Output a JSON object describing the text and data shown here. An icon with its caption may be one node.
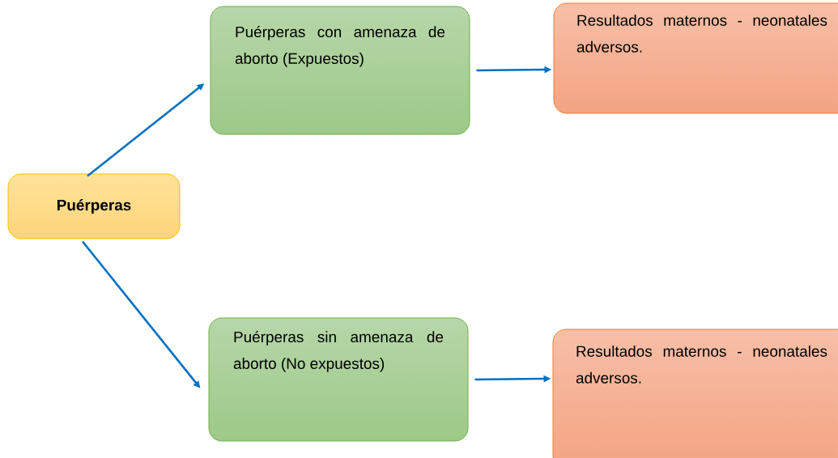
{
  "diagram": {
    "nodes": [
      {
        "text": [
          "Puérperas"
        ]
      },
      {
        "text": [
          "Puérperas con amenaza de aborto (Expuestos)"
        ]
      },
      {
        "text": [
          "Resultados maternos - neonatales adversos."
        ]
      },
      {
        "text": [
          "Puérperas sin amenaza de aborto (No expuestos)"
        ]
      },
      {
        "text": [
          "Resultados maternos - neonatales adversos."
        ]
      }
    ],
    "edges": [
      {
        "from": 0,
        "to": 1,
        "arrow": "to"
      },
      {
        "from": 1,
        "to": 2,
        "arrow": "to"
      },
      {
        "from": 0,
        "to": 3,
        "arrow": "to"
      },
      {
        "from": 3,
        "to": 4,
        "arrow": "to"
      }
    ]
  }
}
